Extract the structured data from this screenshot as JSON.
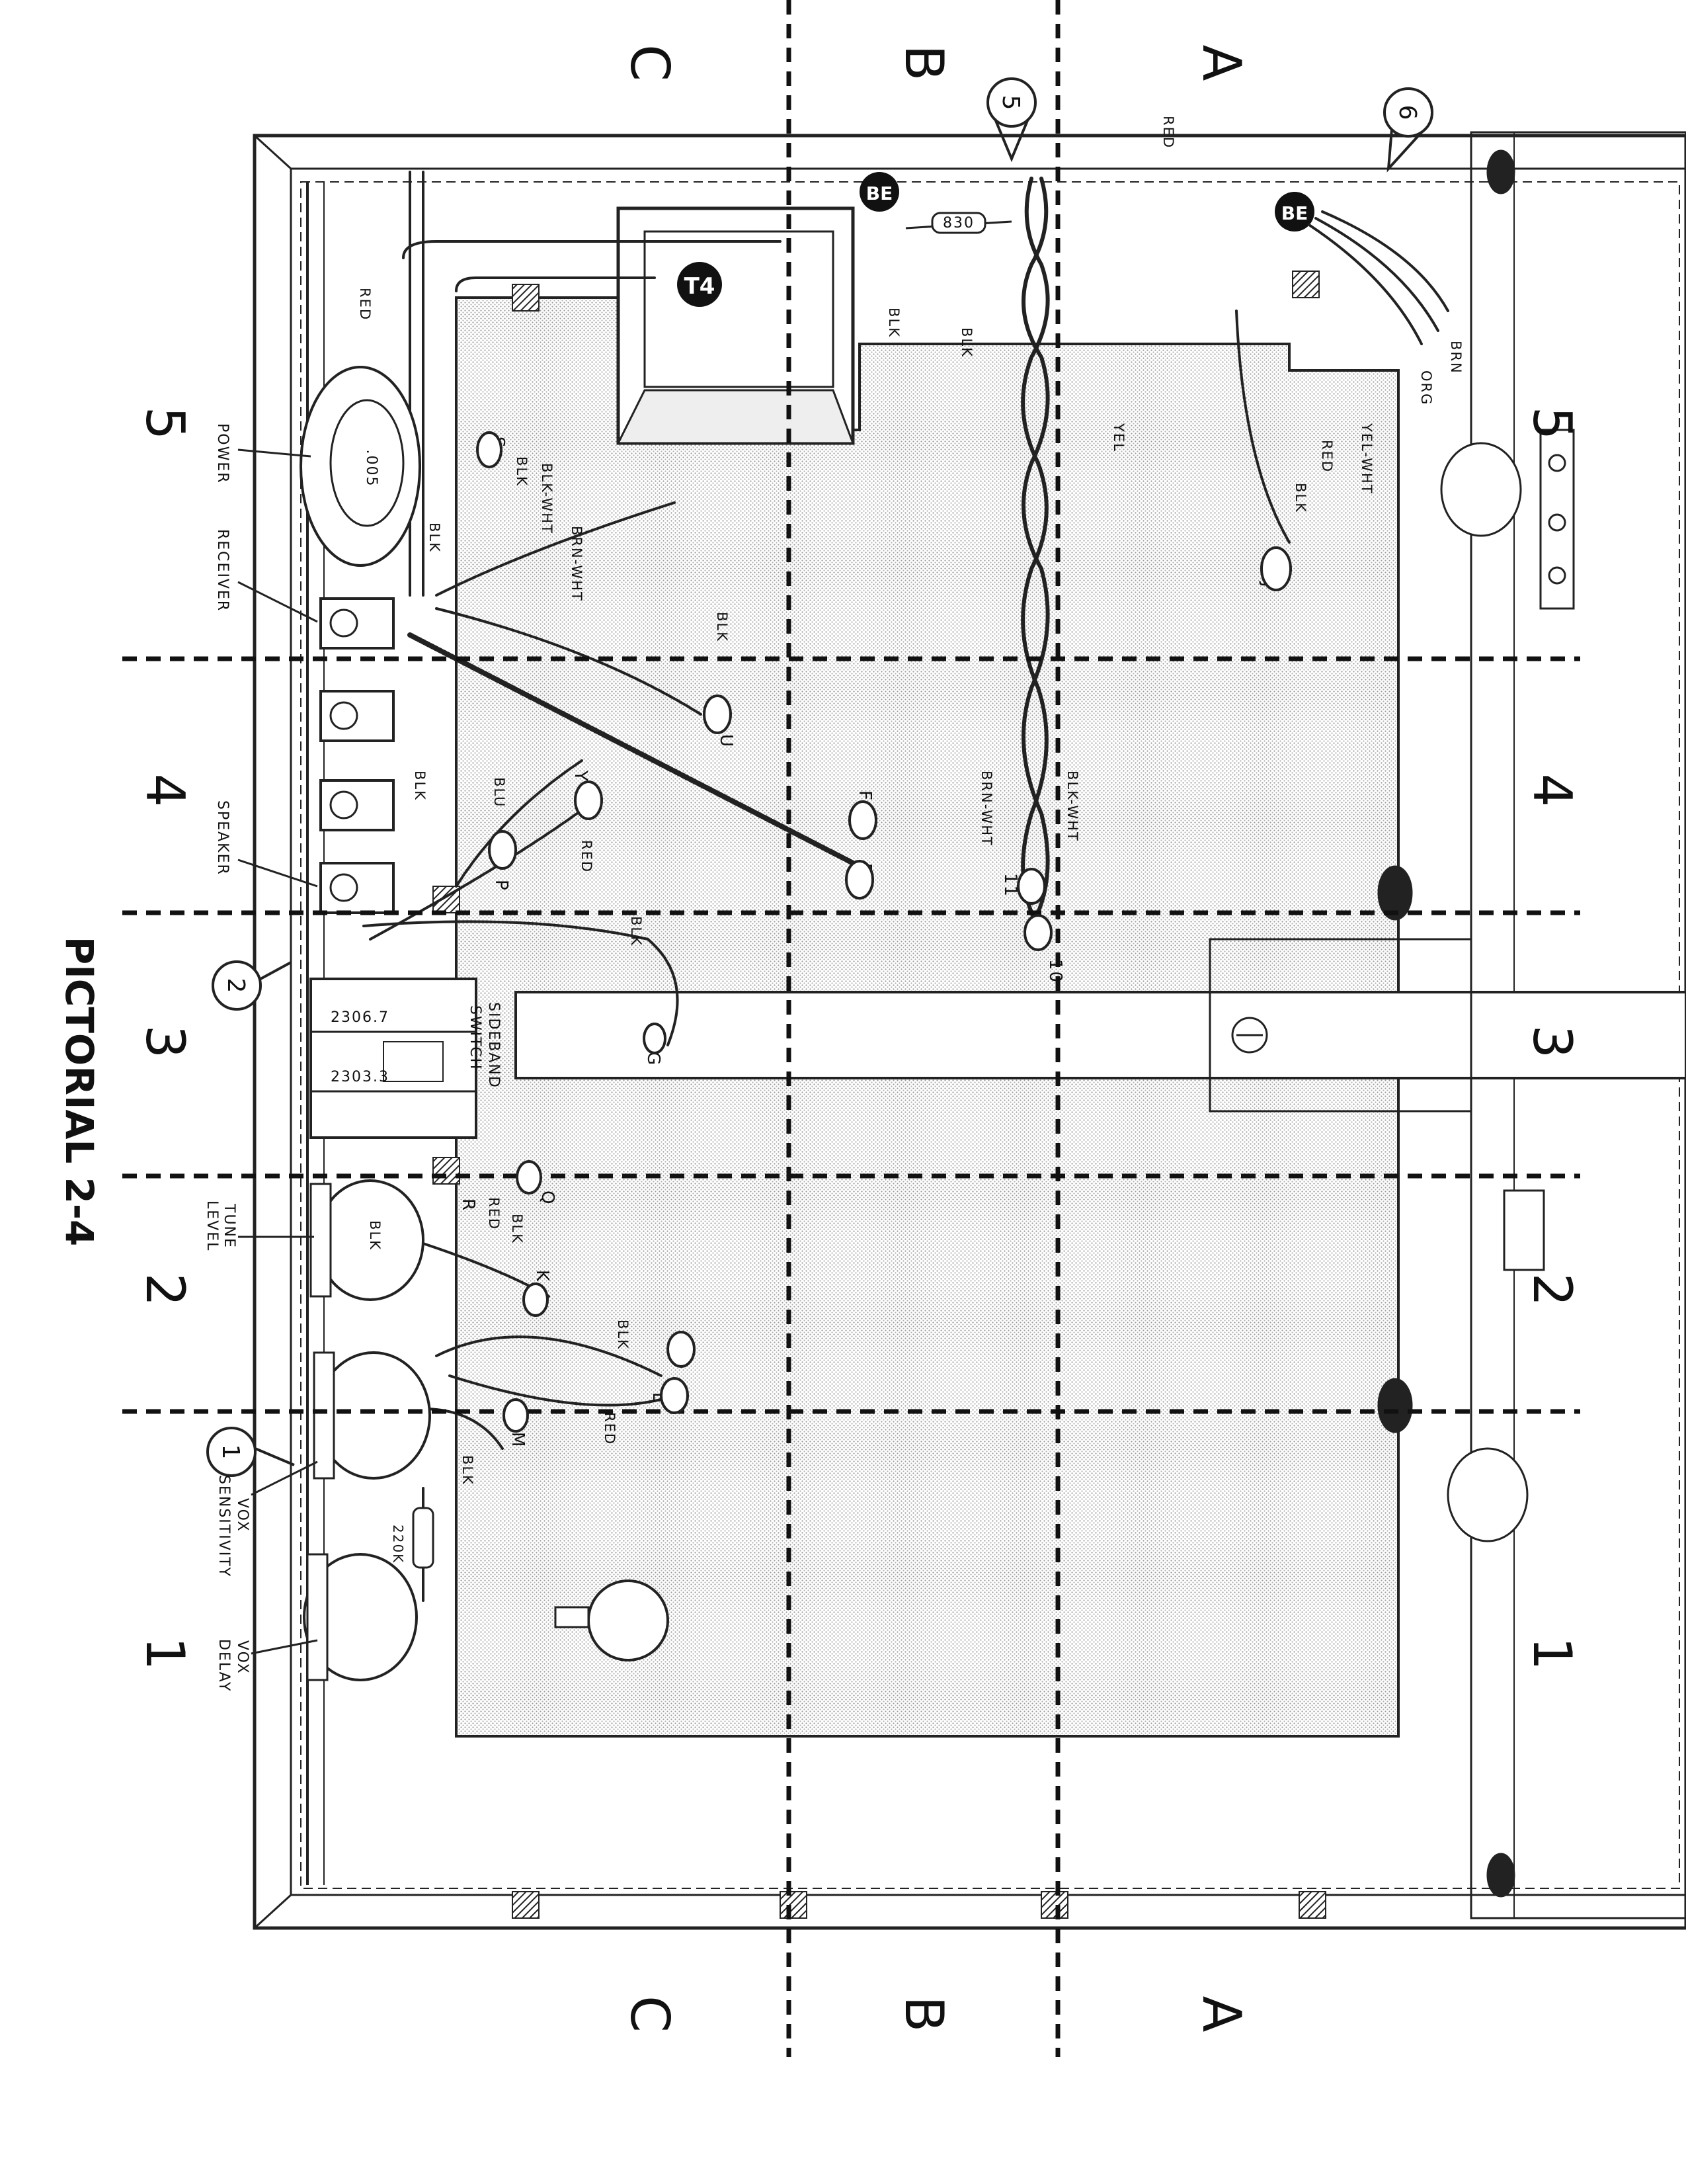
{
  "title": "PICTORIAL 2-4",
  "grid": {
    "rows": [
      "A",
      "B",
      "C"
    ],
    "columns": [
      "5",
      "4",
      "3",
      "2",
      "1"
    ]
  },
  "callouts": [
    "5",
    "6",
    "2",
    "1"
  ],
  "components": {
    "transformer": "T4",
    "socket_top": "BE",
    "socket_right": "BE",
    "resistor_830": "830",
    "resistor_220k": "220K",
    "capacitor_005": ".005",
    "pot_2306": "2306.7",
    "pot_2303": "2303.3"
  },
  "controls": {
    "power": "POWER",
    "receiver": "RECEIVER",
    "speaker": "SPEAKER",
    "sideband_switch_1": "SIDEBAND",
    "sideband_switch_2": "SWITCH",
    "tune_level_1": "TUNE",
    "tune_level_2": "LEVEL",
    "vox_sensitivity_1": "VOX",
    "vox_sensitivity_2": "SENSITIVITY",
    "vox_delay_1": "VOX",
    "vox_delay_2": "DELAY"
  },
  "wires": {
    "red_top": "RED",
    "red_left": "RED",
    "blk_t4": "BLK",
    "blk_t4b": "BLK",
    "brn": "BRN",
    "org": "ORG",
    "yel_wht": "YEL-WHT",
    "red_right": "RED",
    "blk_right": "BLK",
    "yel": "YEL",
    "blk_s": "BLK",
    "blk_wht_s": "BLK-WHT",
    "brn_wht_s": "BRN-WHT",
    "blk_pwr": "BLK",
    "blk_u": "BLK",
    "blk_wht_twist": "BLK-WHT",
    "brn_wht_twist": "BRN-WHT",
    "blu": "BLU",
    "red_y": "RED",
    "blk_g": "BLK",
    "blk_spk": "BLK",
    "red_r": "RED",
    "blk_q": "BLK",
    "blk_tune": "BLK",
    "blk_h": "BLK",
    "red_h": "RED",
    "blk_m": "BLK"
  },
  "lugs": [
    "S",
    "J",
    "U",
    "F",
    "E",
    "Y",
    "P",
    "G",
    "Q",
    "R",
    "K",
    "H",
    "L",
    "M",
    "10",
    "11"
  ]
}
